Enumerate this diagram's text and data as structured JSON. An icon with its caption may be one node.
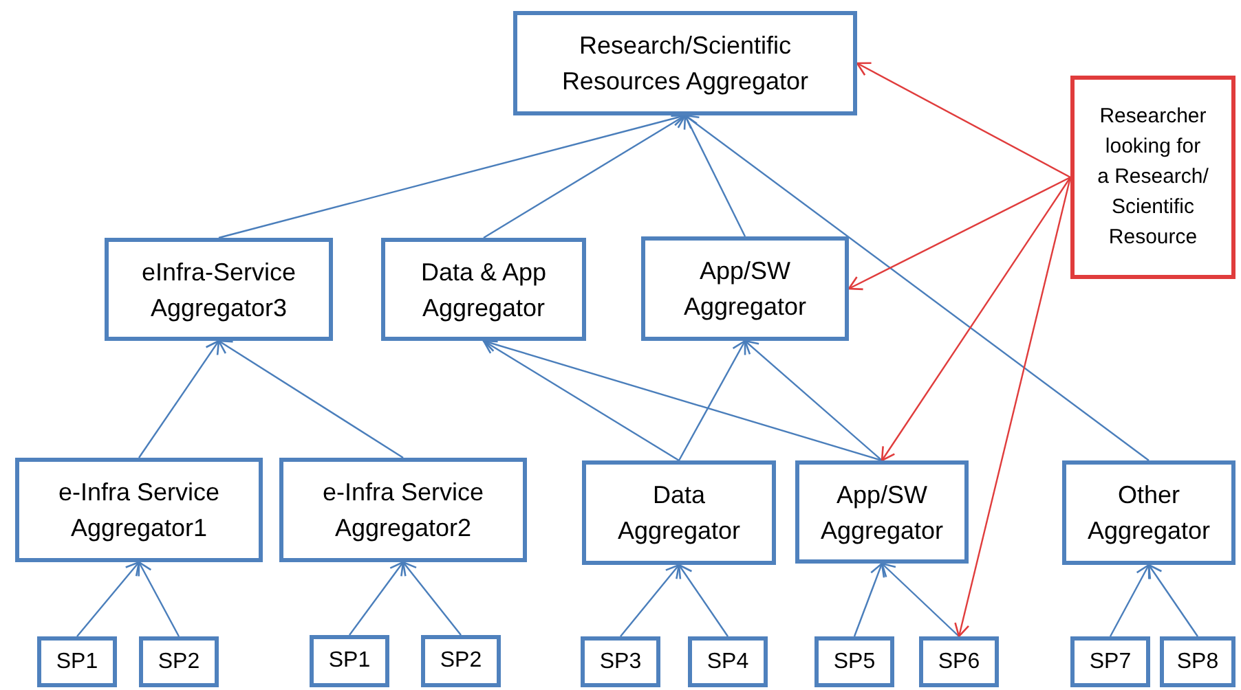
{
  "diagram": {
    "nodes": [
      {
        "text": [
          "Research/Scientific Resources Aggregator"
        ]
      },
      {
        "text": [
          "Researcher looking for a Research/ Scientific Resource"
        ]
      },
      {
        "text": [
          "eInfra-Service Aggregator3"
        ]
      },
      {
        "text": [
          "Data & App Aggregator"
        ]
      },
      {
        "text": [
          "App/SW Aggregator"
        ]
      },
      {
        "text": [
          "e-Infra Service Aggregator1"
        ]
      },
      {
        "text": [
          "e-Infra Service Aggregator2"
        ]
      },
      {
        "text": [
          "Data Aggregator"
        ]
      },
      {
        "text": [
          "App/SW Aggregator"
        ]
      },
      {
        "text": [
          "Other Aggregator"
        ]
      },
      {
        "text": [
          "SP1"
        ]
      },
      {
        "text": [
          "SP2"
        ]
      },
      {
        "text": [
          "SP1"
        ]
      },
      {
        "text": [
          "SP2"
        ]
      },
      {
        "text": [
          "SP3"
        ]
      },
      {
        "text": [
          "SP4"
        ]
      },
      {
        "text": [
          "SP5"
        ]
      },
      {
        "text": [
          "SP6"
        ]
      },
      {
        "text": [
          "SP7"
        ]
      },
      {
        "text": [
          "SP8"
        ]
      }
    ],
    "edges": [
      {
        "from": 2,
        "to": 0,
        "arrow": "to"
      },
      {
        "from": 3,
        "to": 0,
        "arrow": "to"
      },
      {
        "from": 4,
        "to": 0,
        "arrow": "to"
      },
      {
        "from": 9,
        "to": 0,
        "arrow": "to"
      },
      {
        "from": 5,
        "to": 2,
        "arrow": "to"
      },
      {
        "from": 6,
        "to": 2,
        "arrow": "to"
      },
      {
        "from": 7,
        "to": 3,
        "arrow": "to"
      },
      {
        "from": 8,
        "to": 3,
        "arrow": "to"
      },
      {
        "from": 7,
        "to": 4,
        "arrow": "to"
      },
      {
        "from": 8,
        "to": 4,
        "arrow": "to"
      },
      {
        "from": 10,
        "to": 5,
        "arrow": "to"
      },
      {
        "from": 11,
        "to": 5,
        "arrow": "to"
      },
      {
        "from": 12,
        "to": 6,
        "arrow": "to"
      },
      {
        "from": 13,
        "to": 6,
        "arrow": "to"
      },
      {
        "from": 14,
        "to": 7,
        "arrow": "to"
      },
      {
        "from": 15,
        "to": 7,
        "arrow": "to"
      },
      {
        "from": 16,
        "to": 8,
        "arrow": "to"
      },
      {
        "from": 17,
        "to": 8,
        "arrow": "to"
      },
      {
        "from": 18,
        "to": 9,
        "arrow": "to"
      },
      {
        "from": 19,
        "to": 9,
        "arrow": "to"
      },
      {
        "from": 1,
        "to": 0,
        "arrow": "to",
        "color": "#e03c3c"
      },
      {
        "from": 1,
        "to": 4,
        "arrow": "to",
        "color": "#e03c3c"
      },
      {
        "from": 1,
        "to": 8,
        "arrow": "to",
        "color": "#e03c3c"
      },
      {
        "from": 1,
        "to": 17,
        "arrow": "to",
        "color": "#e03c3c"
      }
    ]
  }
}
